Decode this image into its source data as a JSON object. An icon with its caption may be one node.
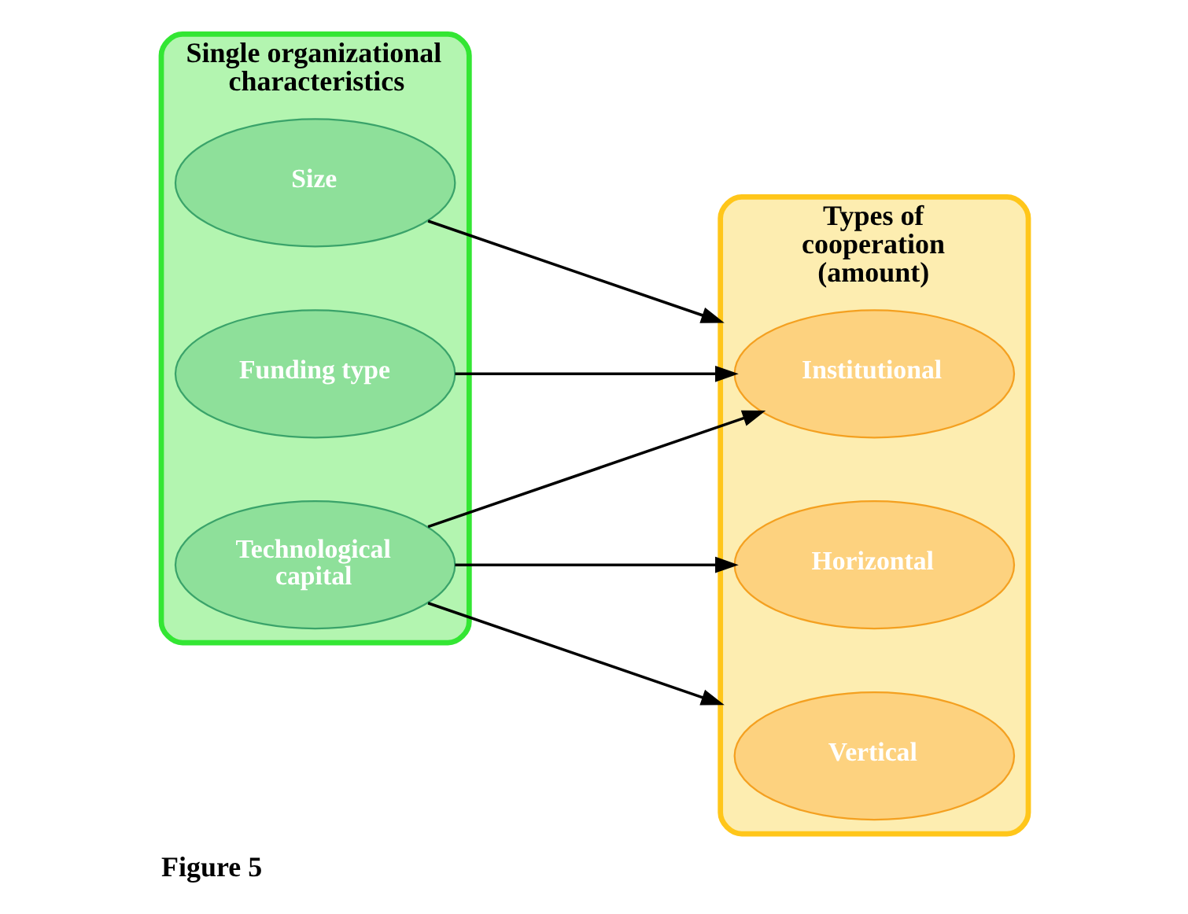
{
  "diagram": {
    "caption": "Figure 5",
    "nodes": [
      {
        "text": [
          "Single organizational characteristics"
        ]
      },
      {
        "text": [
          "Size"
        ],
        "in": 0
      },
      {
        "text": [
          "Funding type"
        ],
        "in": 0
      },
      {
        "text": [
          "Technological capital"
        ],
        "in": 0
      },
      {
        "text": [
          "Types of cooperation (amount)"
        ]
      },
      {
        "text": [
          "Institutional"
        ],
        "in": 4
      },
      {
        "text": [
          "Horizontal"
        ],
        "in": 4
      },
      {
        "text": [
          "Vertical"
        ],
        "in": 4
      }
    ],
    "edges": [
      {
        "from": 1,
        "to": 4,
        "arrow": "to"
      },
      {
        "from": 2,
        "to": 5,
        "arrow": "to"
      },
      {
        "from": 3,
        "to": 5,
        "arrow": "to"
      },
      {
        "from": 3,
        "to": 6,
        "arrow": "to"
      },
      {
        "from": 3,
        "to": 4,
        "arrow": "to"
      }
    ]
  }
}
